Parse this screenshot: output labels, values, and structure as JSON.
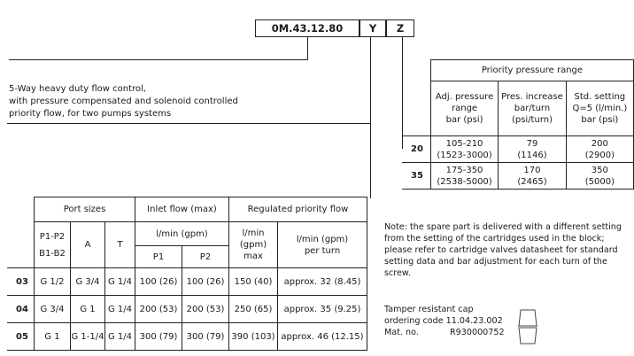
{
  "ordering_code": {
    "base": "0M.43.12.80",
    "y": "Y",
    "z": "Z"
  },
  "description": [
    "5-Way heavy duty flow control,",
    "with pressure compensated and solenoid controlled",
    "priority flow, for two pumps systems"
  ],
  "priority_table": {
    "title": "Priority pressure range",
    "headers": [
      [
        "Adj. pressure",
        "range",
        "bar (psi)"
      ],
      [
        "Pres. increase",
        "bar/turn",
        "(psi/turn)"
      ],
      [
        "Std. setting",
        "Q=5 (l/min.)",
        "bar (psi)"
      ]
    ],
    "rows": [
      {
        "code": "20",
        "cells": [
          [
            "105-210",
            "(1523-3000)"
          ],
          [
            "79",
            "(1146)"
          ],
          [
            "200",
            "(2900)"
          ]
        ]
      },
      {
        "code": "35",
        "cells": [
          [
            "175-350",
            "(2538-5000)"
          ],
          [
            "170",
            "(2465)"
          ],
          [
            "350",
            "(5000)"
          ]
        ]
      }
    ]
  },
  "port_table": {
    "groups": {
      "port_sizes": "Port sizes",
      "inlet_flow": "Inlet flow (max)",
      "regulated": "Regulated priority flow"
    },
    "sub": {
      "p1p2": [
        "P1-P2",
        "B1-B2"
      ],
      "a": "A",
      "t": "T",
      "lmin": "l/min (gpm)",
      "p1": "P1",
      "p2": "P2",
      "reg_max": [
        "l/min",
        "(gpm)",
        "max"
      ],
      "per_turn": [
        "l/min (gpm)",
        "per turn"
      ]
    },
    "rows": [
      {
        "code": "03",
        "cells": [
          "G 1/2",
          "G 3/4",
          "G 1/4",
          "100 (26)",
          "100 (26)",
          "150 (40)",
          "approx. 32 (8.45)"
        ]
      },
      {
        "code": "04",
        "cells": [
          "G 3/4",
          "G 1",
          "G 1/4",
          "200 (53)",
          "200 (53)",
          "250 (65)",
          "approx. 35 (9.25)"
        ]
      },
      {
        "code": "05",
        "cells": [
          "G 1",
          "G 1-1/4",
          "G 1/4",
          "300 (79)",
          "300 (79)",
          "390 (103)",
          "approx. 46 (12.15)"
        ]
      }
    ]
  },
  "note": "Note: the spare part is delivered with a different setting from the setting of the cartridges used in the block; please refer to cartridge valves datasheet for standard setting data and bar adjustment for each turn of the screw.",
  "tamper_cap": {
    "title": "Tamper resistant cap",
    "ordering_code": "ordering code 11.04.23.002",
    "mat_label": "Mat. no.",
    "mat_no": "R930000752"
  }
}
